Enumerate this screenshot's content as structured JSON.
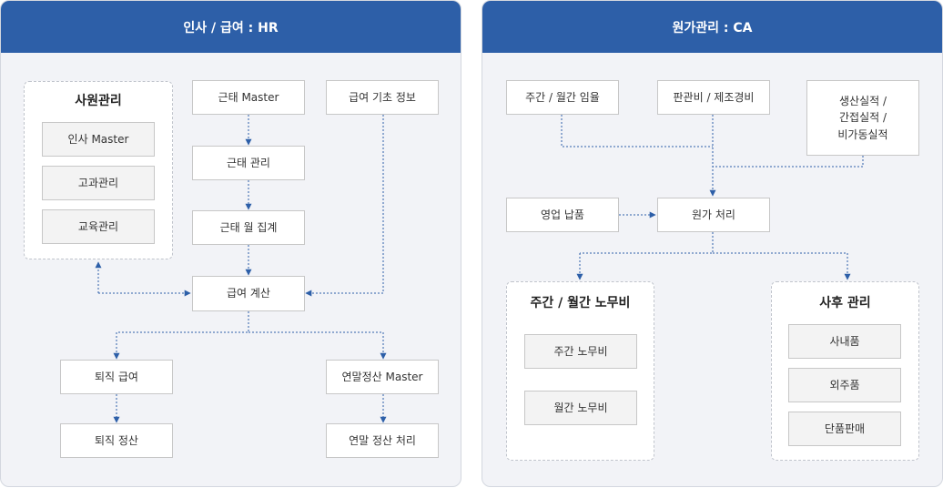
{
  "hr": {
    "title": "인사 / 급여 : HR",
    "employee_group": {
      "title": "사원관리",
      "items": [
        "인사 Master",
        "고과관리",
        "교육관리"
      ]
    },
    "attendance_master": "근태 Master",
    "attendance_management": "근태 관리",
    "attendance_monthly": "근태 월 집계",
    "pay_basic_info": "급여 기초 정보",
    "pay_calculation": "급여 계산",
    "severance_pay": "퇴직 급여",
    "severance_settlement": "퇴직 정산",
    "yearend_master": "연말정산 Master",
    "yearend_processing": "연말 정산 처리"
  },
  "ca": {
    "title": "원가관리 : CA",
    "wage_rate": "주간 / 월간 임율",
    "sga_mfg": "판관비 / 제조경비",
    "performance": [
      "생산실적 /",
      "간접실적 /",
      "비가동실적"
    ],
    "sales_delivery": "영업 납품",
    "cost_processing": "원가 처리",
    "labor_cost_group": {
      "title": "주간 / 월간 노무비",
      "items": [
        "주간 노무비",
        "월간 노무비"
      ]
    },
    "after_group": {
      "title": "사후 관리",
      "items": [
        "사내품",
        "외주품",
        "단품판매"
      ]
    }
  },
  "colors": {
    "header": "#2d5fa8",
    "connector": "#2d5fa8",
    "panel_bg": "#f2f3f7"
  }
}
